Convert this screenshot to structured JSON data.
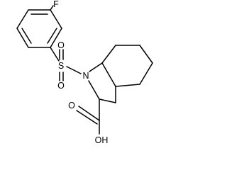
{
  "molecule": {
    "atoms": {
      "fluorine": "F",
      "sulfur": "S",
      "oxygen_top": "O",
      "oxygen_bottom": "O",
      "nitrogen": "N",
      "oxygen_carbonyl": "O",
      "hydroxyl": "OH"
    },
    "colors": {
      "bond": "#000000",
      "label": "#000000",
      "background": "#ffffff"
    }
  }
}
